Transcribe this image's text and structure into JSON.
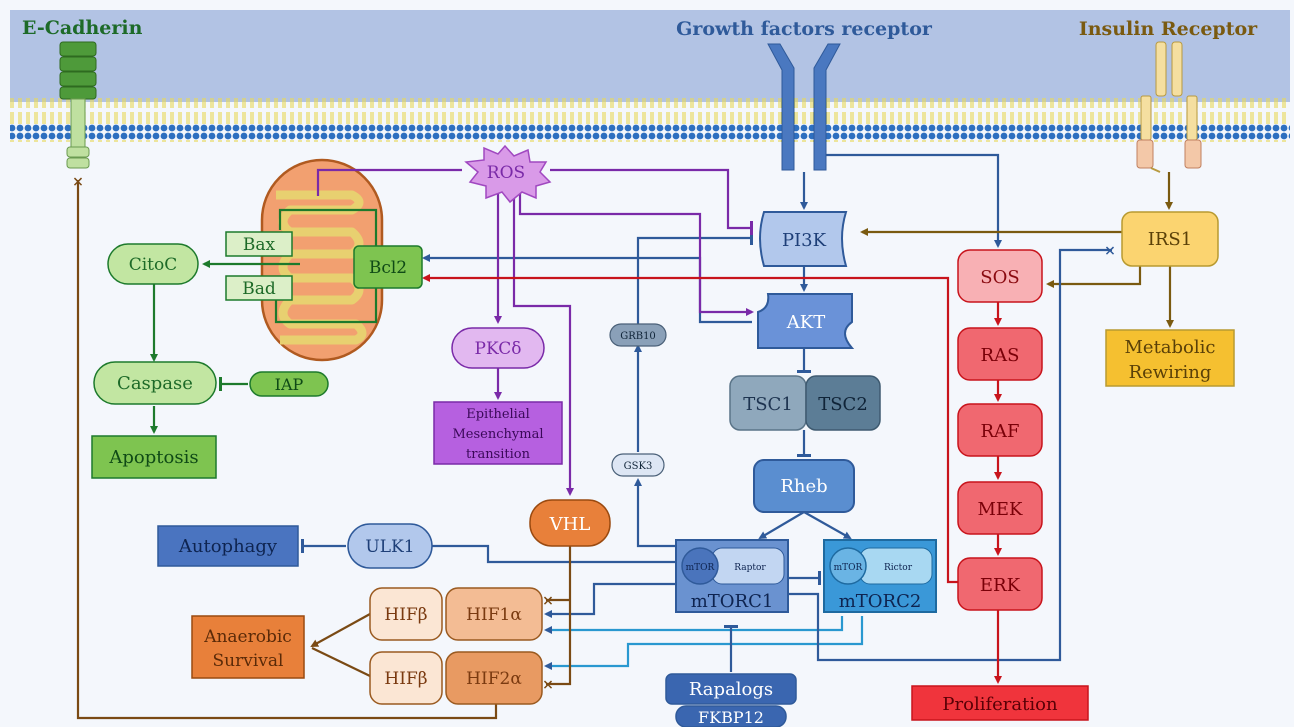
{
  "header": {
    "ecadherin": "E-Cadherin",
    "gf_receptor": "Growth factors receptor",
    "insulin_receptor": "Insulin Receptor"
  },
  "nodes": {
    "ros": "ROS",
    "pi3k": "PI3K",
    "akt": "AKT",
    "tsc1": "TSC1",
    "tsc2": "TSC2",
    "rheb": "Rheb",
    "mtor1_small": "mTOR",
    "raptor": "Raptor",
    "mtorc1": "mTORC1",
    "mtor2_small": "mTOR",
    "rictor": "Rictor",
    "mtorc2": "mTORC2",
    "grb10": "GRB10",
    "gsk3": "GSK3",
    "bax": "Bax",
    "bad": "Bad",
    "bcl2": "Bcl2",
    "citoc": "CitoC",
    "caspase": "Caspase",
    "iap": "IAP",
    "apoptosis": "Apoptosis",
    "pkcd": "PKCδ",
    "emt_line1": "Epithelial",
    "emt_line2": "Mesenchymal",
    "emt_line3": "transition",
    "vhl": "VHL",
    "ulk1": "ULK1",
    "autophagy": "Autophagy",
    "hifb1": "HIFβ",
    "hif1a": "HIF1α",
    "hifb2": "HIFβ",
    "hif2a": "HIF2α",
    "anaerobic_line1": "Anaerobic",
    "anaerobic_line2": "Survival",
    "rapalogs": "Rapalogs",
    "fkbp12": "FKBP12",
    "irs1": "IRS1",
    "metabolic_line1": "Metabolic",
    "metabolic_line2": "Rewiring",
    "sos": "SOS",
    "ras": "RAS",
    "raf": "RAF",
    "mek": "MEK",
    "erk": "ERK",
    "proliferation": "Proliferation"
  },
  "colors": {
    "membrane_bg": "#b2c3e4",
    "cyto_bg": "#f4f7fc",
    "blue": "#2f5a9a",
    "purple": "#7a2aa8",
    "green": "#1d7a2c",
    "red": "#c8141c",
    "brown": "#7a4a14",
    "olive": "#7a5a10"
  }
}
